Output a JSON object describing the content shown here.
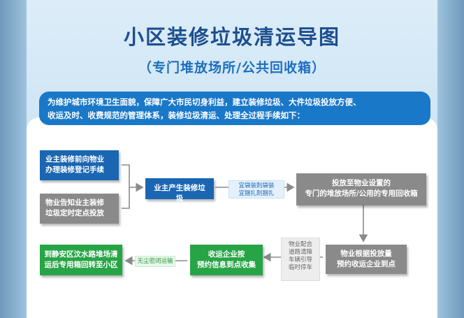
{
  "title": "小区装修垃圾清运导图",
  "subtitle": "（专门堆放场所/公共回收箱）",
  "intro": {
    "line1": "为维护城市环境卫生面貌，保障广大市民切身利益，建立装修垃圾、大件垃圾投放方便、",
    "line2": "收运及时、收费规范的管理体系，装修垃圾清运、处理全过程手续如下："
  },
  "steps": {
    "owner_register": {
      "line1": "业主装修前向物业",
      "line2": "办理装修登记手续"
    },
    "property_inform": {
      "line1": "物业告知业主装修",
      "line2": "垃圾定时定点投放"
    },
    "owner_produce": "业主产生装修垃圾",
    "deposit": {
      "line1": "投放至物业设置的",
      "line2": "专门的堆放场所/公用的专用回收箱"
    },
    "property_book": {
      "line1": "物业根据投放量",
      "line2": "预约收运企业到点"
    },
    "collector": {
      "line1": "收运企业按",
      "line2": "预约信息到点收集"
    },
    "transfer": {
      "line1": "到静安区汶水路堆场清",
      "line2": "运后专用箱回转至小区"
    }
  },
  "notes": {
    "bagging": {
      "line1": "宜袋装則袋装",
      "line2": "宜捆扎則捆扎"
    },
    "property_coord": {
      "line1": "物业配合",
      "line2": "道路清障",
      "line3": "车辆引导",
      "line4": "临时停车"
    },
    "dustfree": "无尘密闭运输"
  },
  "colors": {
    "blue": "#1a66b3",
    "gray": "#8a8a8a",
    "green": "#27a446",
    "title": "#1d4f8f",
    "intro_bg": "#1a78c8"
  }
}
